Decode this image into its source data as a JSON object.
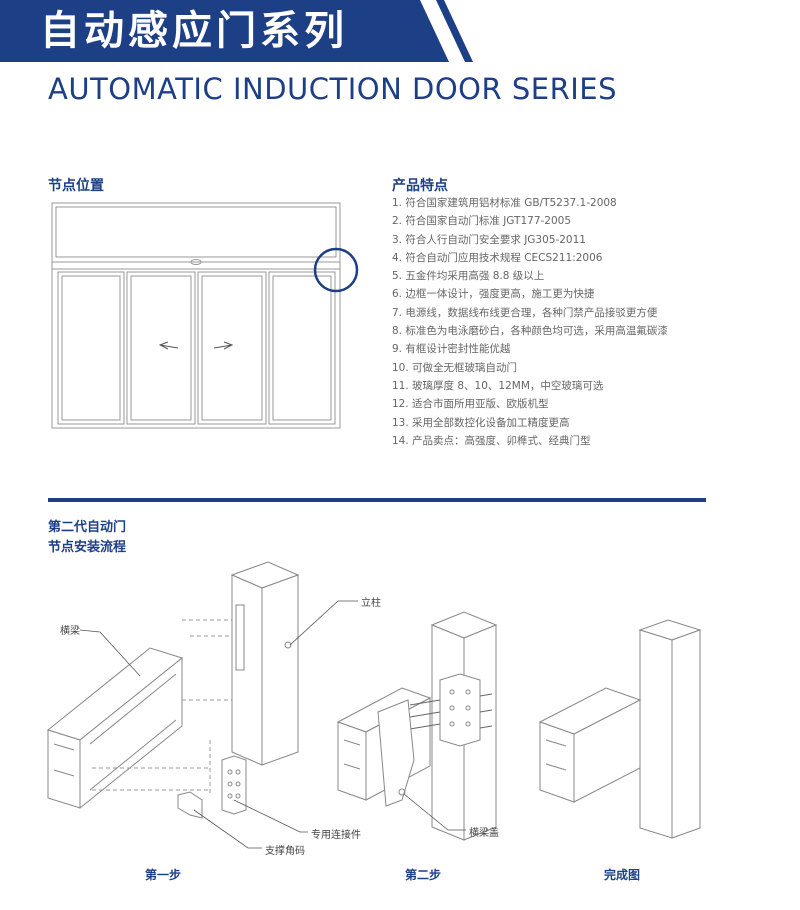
{
  "header": {
    "title_cn": "自动感应门系列",
    "title_en": "AUTOMATIC INDUCTION DOOR SERIES"
  },
  "node_position": {
    "heading": "节点位置"
  },
  "features": {
    "heading": "产品特点",
    "items": [
      "1. 符合国家建筑用铝材标准 GB/T5237.1-2008",
      "2. 符合国家自动门标准 JGT177-2005",
      "3. 符合人行自动门安全要求 JG305-2011",
      "4. 符合自动门应用技术规程 CECS211:2006",
      "5. 五金件均采用高强 8.8 级以上",
      "6. 边框一体设计，强度更高，施工更为快捷",
      "7. 电源线，数据线布线更合理，各种门禁产品接驳更方便",
      "8. 标准色为电泳磨砂白，各种颜色均可选，采用高温氟碳漆",
      "9. 有框设计密封性能优越",
      "10. 可做全无框玻璃自动门",
      "11. 玻璃厚度 8、10、12MM，中空玻璃可选",
      "12. 适合市面所用亚版、欧版机型",
      "13. 采用全部数控化设备加工精度更高",
      "14. 产品卖点：高强度、卯榫式、经典门型"
    ]
  },
  "install": {
    "heading_line1": "第二代自动门",
    "heading_line2": "节点安装流程",
    "labels": {
      "beam": "横梁",
      "column": "立柱",
      "connector": "专用连接件",
      "bracket": "支撑角码",
      "beam_cover": "横梁盖"
    },
    "steps": [
      "第一步",
      "第二步",
      "完成图"
    ]
  },
  "colors": {
    "brand_blue": "#1d3f86",
    "line_gray": "#888888"
  }
}
